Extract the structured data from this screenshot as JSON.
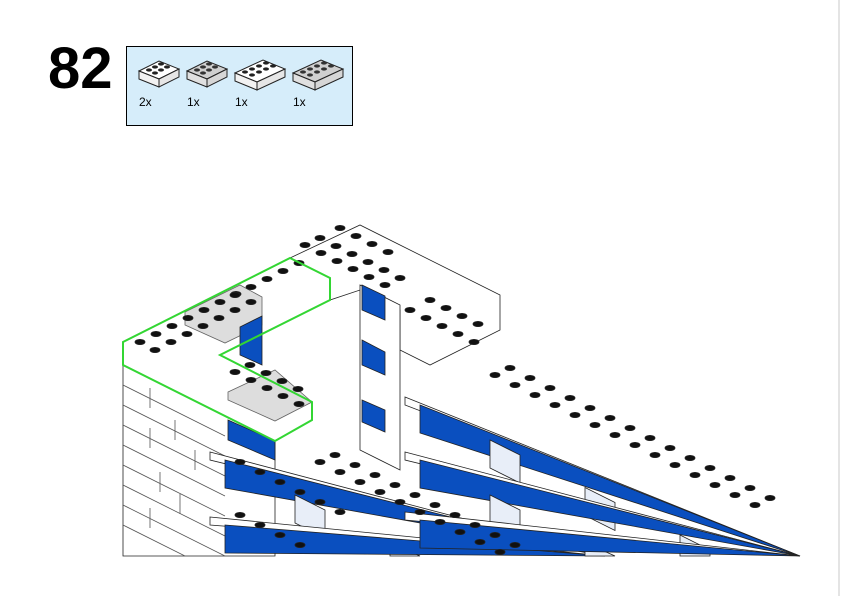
{
  "step": {
    "number": "82"
  },
  "parts_list": [
    {
      "name": "white-brick-2x4",
      "quantity": "2x",
      "color": "#ffffff"
    },
    {
      "name": "trans-clear-brick-2x4",
      "quantity": "1x",
      "color": "#d2d2d2"
    },
    {
      "name": "white-brick-2x6",
      "quantity": "1x",
      "color": "#ffffff"
    },
    {
      "name": "trans-clear-brick-2x6",
      "quantity": "1x",
      "color": "#d2d2d2"
    }
  ],
  "colors": {
    "blue": "#0a4fbf",
    "highlight": "#33d633",
    "panel": "#d6edfa"
  }
}
